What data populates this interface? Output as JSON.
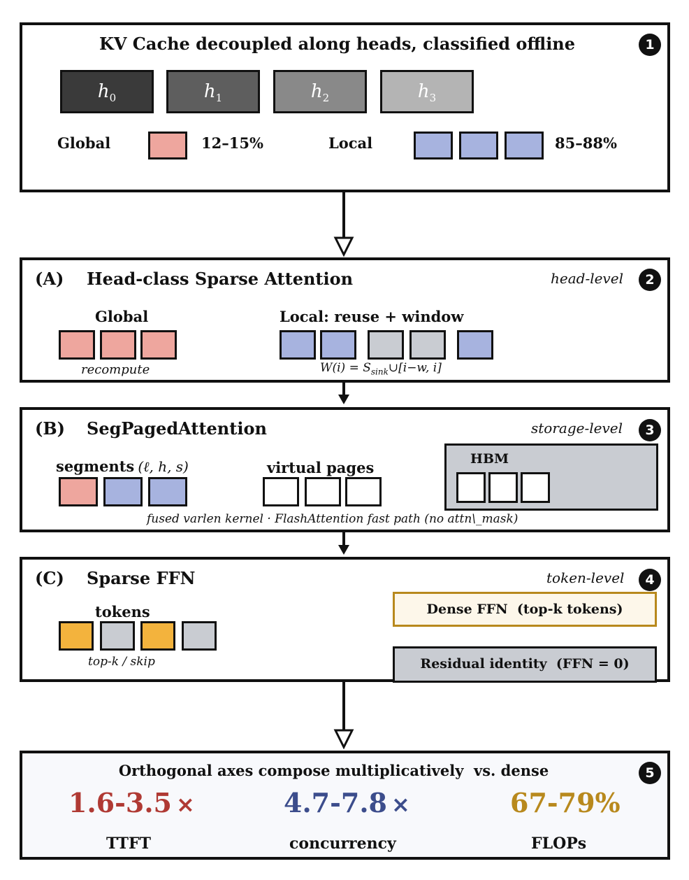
{
  "panel1": {
    "title": "KV Cache decoupled along heads, classified offline",
    "badge": "1",
    "heads": [
      {
        "sym": "h",
        "sub": "0",
        "color": "#3a3a3a"
      },
      {
        "sym": "h",
        "sub": "1",
        "color": "#5e5e5e"
      },
      {
        "sym": "h",
        "sub": "2",
        "color": "#898989"
      },
      {
        "sym": "h",
        "sub": "3",
        "color": "#b4b4b4"
      }
    ],
    "global_label": "Global",
    "global_pct": "12–15%",
    "local_label": "Local",
    "local_pct": "85–88%"
  },
  "panelA": {
    "tag": "(A)",
    "title": "Head-class Sparse Attention",
    "level": "head-level",
    "badge": "2",
    "global_label": "Global",
    "global_note": "recompute",
    "local_label": "Local: reuse + window",
    "formula": {
      "lhs": "W(i) = S",
      "sub": "sink",
      "rhs": "∪[i−w, i]"
    }
  },
  "panelB": {
    "tag": "(B)",
    "title": "SegPagedAttention",
    "level": "storage-level",
    "badge": "3",
    "segments_label": "segments",
    "segments_args": "(ℓ, h, s)",
    "pages_label": "virtual pages",
    "hbm_label": "HBM",
    "footnote": "fused varlen kernel · FlashAttention fast path (no attn\\_mask)"
  },
  "panelC": {
    "tag": "(C)",
    "title": "Sparse FFN",
    "level": "token-level",
    "badge": "4",
    "tokens_label": "tokens",
    "tokens_note": "top-k / skip",
    "dense_label": "Dense FFN  (top-k tokens)",
    "residual_label": "Residual identity  (FFN = 0)"
  },
  "panel5": {
    "title": "Orthogonal axes compose multiplicatively  vs. dense",
    "badge": "5",
    "metrics": [
      {
        "value": "1.6-3.5",
        "suffix": "×",
        "label": "TTFT",
        "color": "#b03a34"
      },
      {
        "value": "4.7-7.8",
        "suffix": "×",
        "label": "concurrency",
        "color": "#3c4d8c"
      },
      {
        "value": "67-79%",
        "suffix": "",
        "label": "FLOPs",
        "color": "#b8891d"
      }
    ]
  },
  "colors": {
    "global": "#eea69e",
    "local": "#a7b3df",
    "reused": "#c9ccd2",
    "selected_token": "#f3b33d",
    "dense_border": "#b8891d",
    "arrow_grey": "#6b6b6b"
  }
}
